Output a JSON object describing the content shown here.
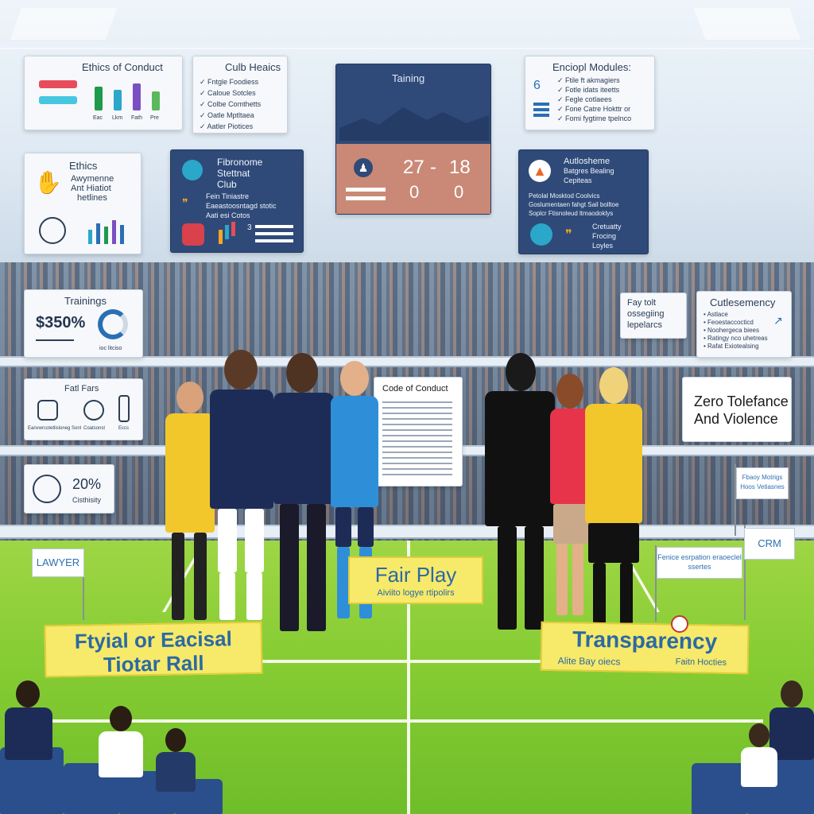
{
  "panels": {
    "ethics_conduct": {
      "title": "Ethics of Conduct",
      "bar_labels": [
        "Eac",
        "Lkm",
        "Fath",
        "Pre"
      ],
      "bar_colors": [
        "#1f9a4a",
        "#2aa7c9",
        "#7a4fc4",
        "#5cb85c"
      ]
    },
    "club_health": {
      "title": "Culb Heaics",
      "items": [
        "Fntgle Foodiess",
        "Caloue Sotcles",
        "Colbe Comthetts",
        "Oatle Mptltaea",
        "Aatler Piotices"
      ]
    },
    "training": {
      "title": "Taining",
      "score_home": "27",
      "score_sep": "-",
      "score_away": "18",
      "sub_home": "0",
      "sub_away": "0"
    },
    "modules": {
      "title": "Enciopl Modules:",
      "items": [
        "Ftile ft akmagiers",
        "Fotle idats iteetts",
        "Fegle cotlaees",
        "Fone Catre Hokttr or",
        "Fomi fygtime tpelnco"
      ]
    },
    "ethics_left": {
      "title": "Ethics",
      "line1": "Awymenne",
      "line2": "Ant Hiatiot",
      "line3": "hetlines"
    },
    "fibronomes": {
      "title_line1": "Fibronome",
      "title_line2": "Stettnat",
      "title_line3": "Club",
      "items": [
        "Fein Tiniastre",
        "Eaeastoosntagd stotic",
        "Aati esi Cotos"
      ],
      "count": "3"
    },
    "autlosheme": {
      "title_line1": "Autlosheme",
      "title_line2": "Batgres Bealing",
      "title_line3": "Cepiteas",
      "items": [
        "Petolal Mosktod Coolvics",
        "Goslumentaen fahgt Sail bolltoe",
        "Soplcr Ftisnoleud ltmaodoklys"
      ],
      "bottom_line1": "Cretuatty",
      "bottom_line2": "Frocing",
      "bottom_line3": "Loyles"
    },
    "trainings": {
      "title": "Trainings",
      "value": "$350%",
      "sub": "ioc litciso"
    },
    "fay_toll": {
      "line1": "Fay tolt",
      "line2": "ossegiing",
      "line3": "lepelarcs"
    },
    "cutlesemency": {
      "title": "Cutlesemency",
      "items": [
        "Astlace",
        "Feoestaccocticd",
        "Noohergeca biees",
        "Ratingy nco uhetreas",
        "Rafat Exiotealsing"
      ]
    },
    "fair_fars": {
      "title": "Fatl Fars",
      "labels": [
        "Eanvwrcotetlisloneg Sonl",
        "Coatsonst",
        "Eccs"
      ]
    },
    "percent": {
      "value": "20%",
      "label": "Cisthisity"
    },
    "zero": {
      "line1": "Zero Tolefance",
      "line2": "And Violence"
    },
    "doc": {
      "title": "Code of Conduct"
    }
  },
  "banners": {
    "fair_play": {
      "title": "Fair Play",
      "sub": "Aiviito logye rtipolirs"
    },
    "ftyial": {
      "line1": "Ftyial or Eacisal",
      "line2": "Tiotar Rall"
    },
    "transparency": {
      "title": "Transparency",
      "sub_left": "Alite Bay oiecs",
      "sub_right": "Faitn Hocties"
    }
  },
  "flags": {
    "lawyer": "LAWYER",
    "crm": "CRM",
    "fenice": "Fenice esrpation eraoeclel ssertes",
    "fbaoy": "Fbaoy Motrigs Hoos Vetiasnes"
  },
  "colors": {
    "dark_panel": "#2f4a78",
    "score_panel": "#c98976",
    "banner_yellow": "#f7e96a",
    "pitch_green": "#86cc33"
  }
}
